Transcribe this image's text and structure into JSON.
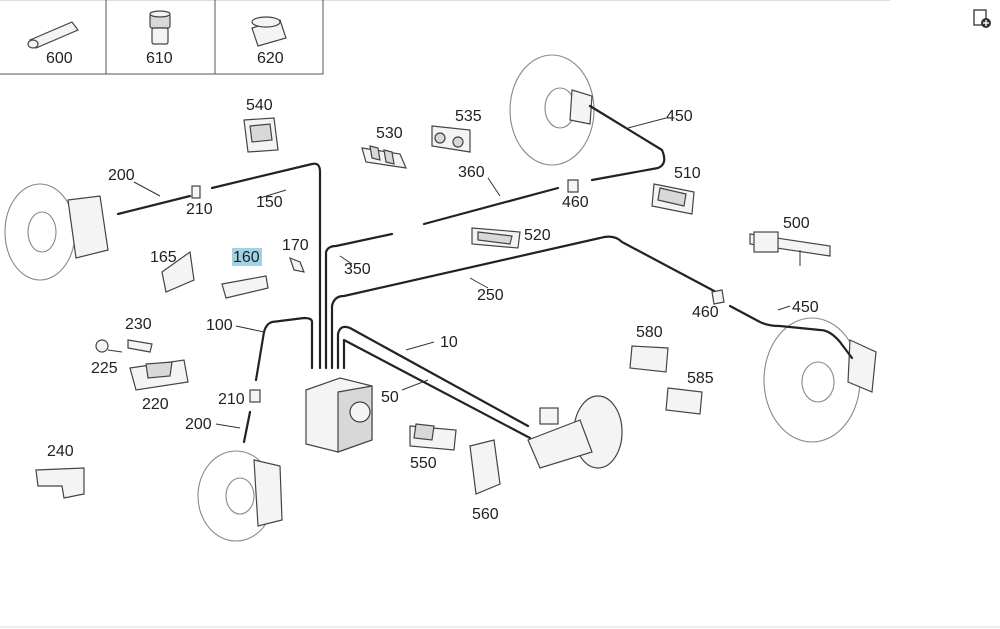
{
  "title": "",
  "header_table": {
    "cells": [
      "600",
      "610",
      "620"
    ]
  },
  "highlight_color": "#9fd3e6",
  "corner_button": {
    "icon": "add-document-icon"
  },
  "labels": {
    "l10": "10",
    "l50": "50",
    "l100": "100",
    "l150": "150",
    "l160": "160",
    "l165": "165",
    "l170": "170",
    "l200a": "200",
    "l200b": "200",
    "l210a": "210",
    "l210b": "210",
    "l220": "220",
    "l225": "225",
    "l230": "230",
    "l240": "240",
    "l250": "250",
    "l350": "350",
    "l360": "360",
    "l450a": "450",
    "l450b": "450",
    "l460a": "460",
    "l460b": "460",
    "l500": "500",
    "l510": "510",
    "l520": "520",
    "l530": "530",
    "l535": "535",
    "l540": "540",
    "l550": "550",
    "l560": "560",
    "l580": "580",
    "l585": "585"
  },
  "selected_part": "160"
}
